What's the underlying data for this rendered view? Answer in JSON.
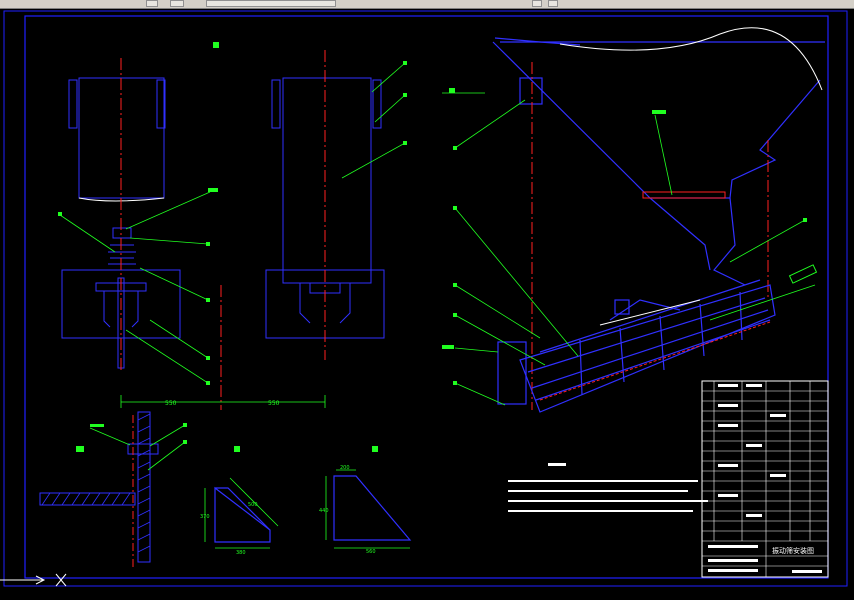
{
  "toolbar": {
    "icons": [
      "grid-icon",
      "layers-icon",
      "zoom-icon",
      "undo-icon",
      "redo-icon",
      "pan-icon",
      "help-icon"
    ]
  },
  "drawing": {
    "dimensions": {
      "left_span": "550",
      "right_span": "550",
      "gusset_small_height": "370",
      "gusset_small_width": "380",
      "gusset_small_slope": "500",
      "gusset_large_top": "200",
      "gusset_large_height": "440",
      "gusset_large_width": "560"
    },
    "title_block": {
      "drawing_title": "振动筛安装图"
    }
  },
  "colors": {
    "background": "#000000",
    "frame": "#2020ff",
    "geometry": "#3030ff",
    "centerline": "#ff2020",
    "leader": "#20ff20",
    "text": "#ffffff",
    "highlight": "#ffff00"
  }
}
